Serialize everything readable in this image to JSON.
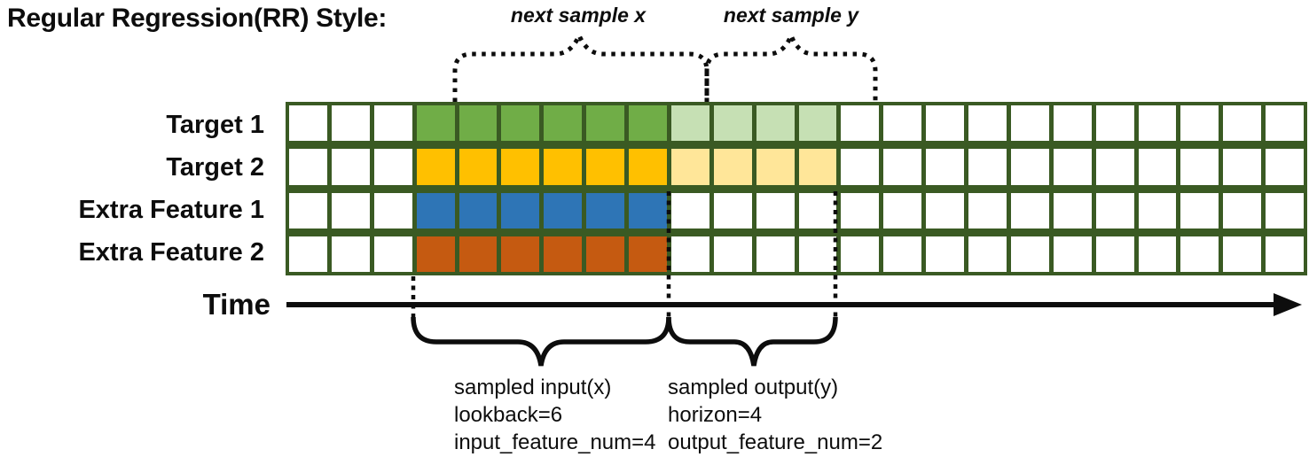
{
  "title": "Regular Regression(RR) Style:",
  "top_annotations": {
    "next_sample_x": "next sample x",
    "next_sample_y": "next sample y"
  },
  "time_axis": {
    "label": "Time"
  },
  "grid": {
    "columns": 24,
    "border_color": "#3A5A23",
    "cell_fill_default": "#FFFFFF",
    "rows": [
      {
        "label": "Target 1",
        "segments": [
          {
            "count": 3,
            "color": "#FFFFFF"
          },
          {
            "count": 6,
            "color": "#70AD47"
          },
          {
            "count": 4,
            "color": "#C6E0B4"
          },
          {
            "count": 11,
            "color": "#FFFFFF"
          }
        ]
      },
      {
        "label": "Target 2",
        "segments": [
          {
            "count": 3,
            "color": "#FFFFFF"
          },
          {
            "count": 6,
            "color": "#FFC000"
          },
          {
            "count": 4,
            "color": "#FFE699"
          },
          {
            "count": 11,
            "color": "#FFFFFF"
          }
        ]
      },
      {
        "label": "Extra Feature 1",
        "segments": [
          {
            "count": 3,
            "color": "#FFFFFF"
          },
          {
            "count": 6,
            "color": "#2E75B6"
          },
          {
            "count": 15,
            "color": "#FFFFFF"
          }
        ]
      },
      {
        "label": "Extra Feature 2",
        "segments": [
          {
            "count": 3,
            "color": "#FFFFFF"
          },
          {
            "count": 6,
            "color": "#C55A11"
          },
          {
            "count": 15,
            "color": "#FFFFFF"
          }
        ]
      }
    ]
  },
  "sample_annotations": {
    "input": {
      "lines": [
        "sampled input(x)",
        "lookback=6",
        "input_feature_num=4"
      ]
    },
    "output": {
      "lines": [
        "sampled output(y)",
        "horizon=4",
        "output_feature_num=2"
      ]
    }
  },
  "colors": {
    "input_green": "#70AD47",
    "output_green_light": "#C6E0B4",
    "input_gold": "#FFC000",
    "output_gold_light": "#FFE699",
    "input_blue": "#2E75B6",
    "input_orange": "#C55A11",
    "grid_border": "#3A5A23",
    "annotation_black": "#0d0d0d"
  }
}
